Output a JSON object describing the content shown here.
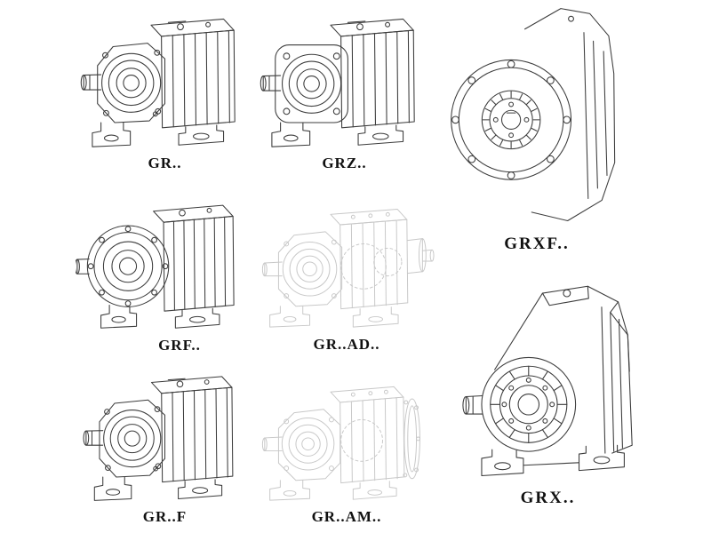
{
  "page": {
    "description": "Catalog sheet of helical gear reducer models shown as isometric technical line drawings",
    "background_color": "#ffffff"
  },
  "colors": {
    "line": "#3c3c3c",
    "phantom_line": "#c8c8c8",
    "label_color": "#111111"
  },
  "models": [
    {
      "id": "gr",
      "label": "GR..",
      "drawing": "foot-mounted-helical-gearbox"
    },
    {
      "id": "grz",
      "label": "GRZ..",
      "drawing": "foot-mounted-helical-gearbox-square-flange"
    },
    {
      "id": "grxf",
      "label": "GRXF..",
      "drawing": "flange-mounted-gearbox-front-view"
    },
    {
      "id": "grf",
      "label": "GRF..",
      "drawing": "flange-and-foot-gearbox"
    },
    {
      "id": "grad",
      "label": "GR..AD..",
      "drawing": "phantom-gearbox-with-input-adapter"
    },
    {
      "id": "grx",
      "label": "GRX..",
      "drawing": "large-foot-mounted-gearbox"
    },
    {
      "id": "grf2",
      "label": "GR..F",
      "drawing": "foot-mounted-helical-gearbox"
    },
    {
      "id": "gram",
      "label": "GR..AM..",
      "drawing": "phantom-gearbox-with-motor-flange"
    }
  ]
}
